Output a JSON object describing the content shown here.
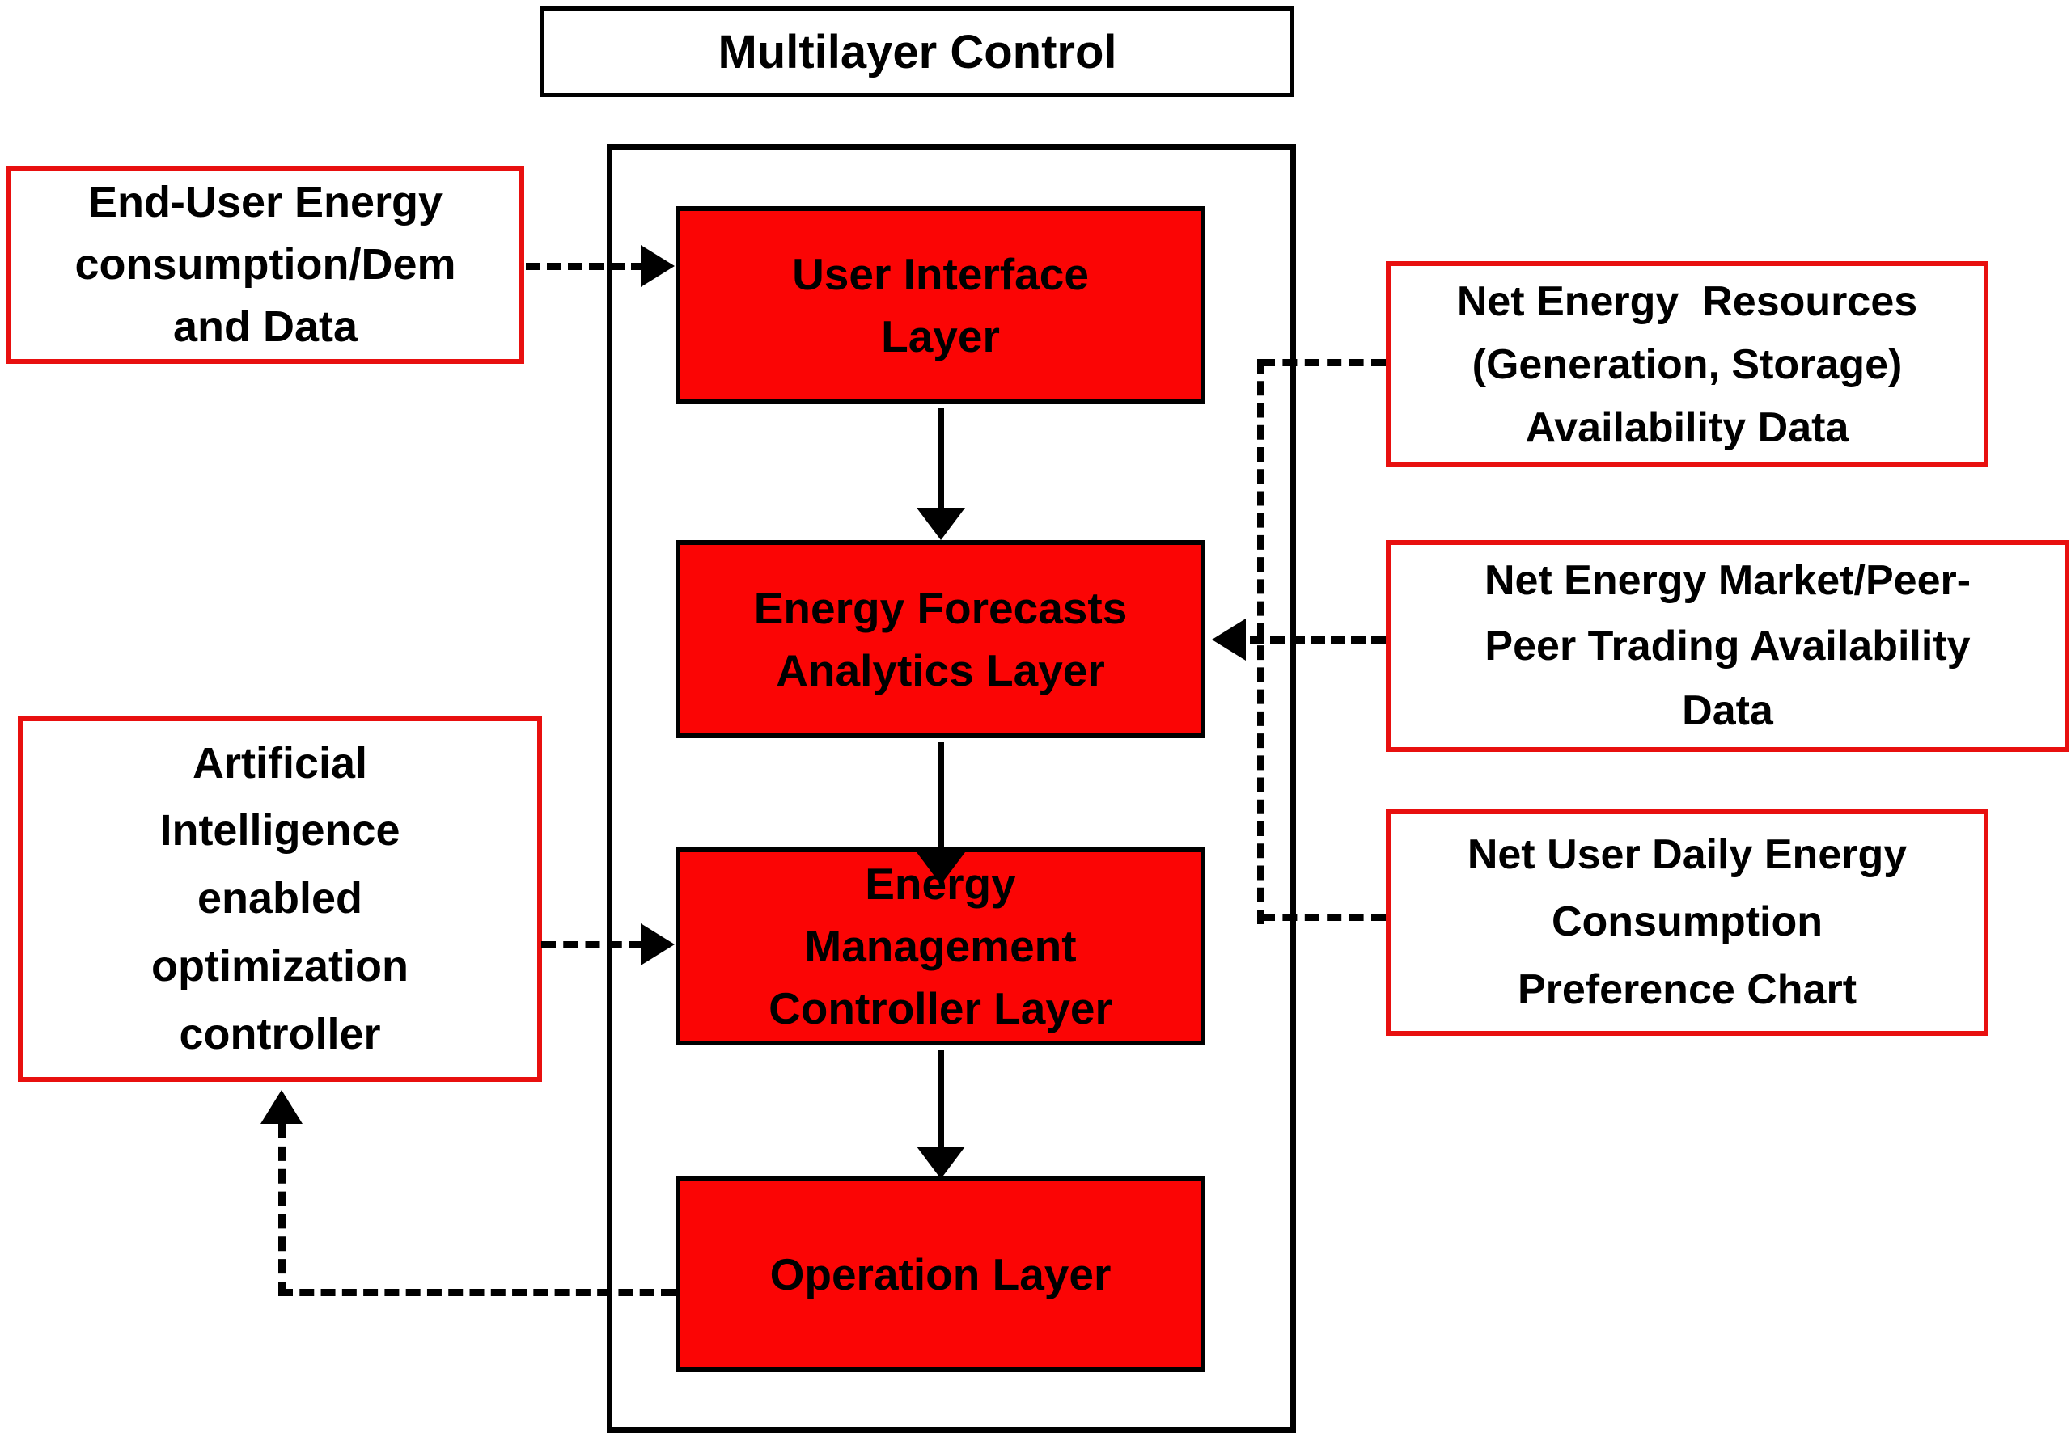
{
  "diagram": {
    "title": "Multilayer Control",
    "colors": {
      "layer_fill": "#fb0505",
      "layer_border": "#000000",
      "callout_border": "#e8100f",
      "connector": "#000000",
      "background": "#ffffff",
      "text": "#000000"
    },
    "layers": [
      {
        "id": "user-interface-layer",
        "label": "User Interface\nLayer"
      },
      {
        "id": "energy-forecasts-analytics-layer",
        "label": "Energy Forecasts\nAnalytics Layer"
      },
      {
        "id": "energy-management-controller-layer",
        "label": "Energy\nManagement\nController Layer"
      },
      {
        "id": "operation-layer",
        "label": "Operation Layer"
      }
    ],
    "callouts_left": [
      {
        "id": "end-user-energy-data",
        "label": "End-User Energy\nconsumption/Dem\nand Data"
      },
      {
        "id": "ai-optimization-controller",
        "label": "Artificial\nIntelligence\nenabled\noptimization\ncontroller"
      }
    ],
    "callouts_right": [
      {
        "id": "net-energy-resources",
        "label": "Net Energy  Resources\n(Generation, Storage)\nAvailability Data"
      },
      {
        "id": "net-energy-market",
        "label": "Net Energy Market/Peer-\nPeer Trading Availability\nData"
      },
      {
        "id": "net-user-daily-energy",
        "label": "Net User Daily Energy\nConsumption\nPreference Chart"
      }
    ]
  }
}
